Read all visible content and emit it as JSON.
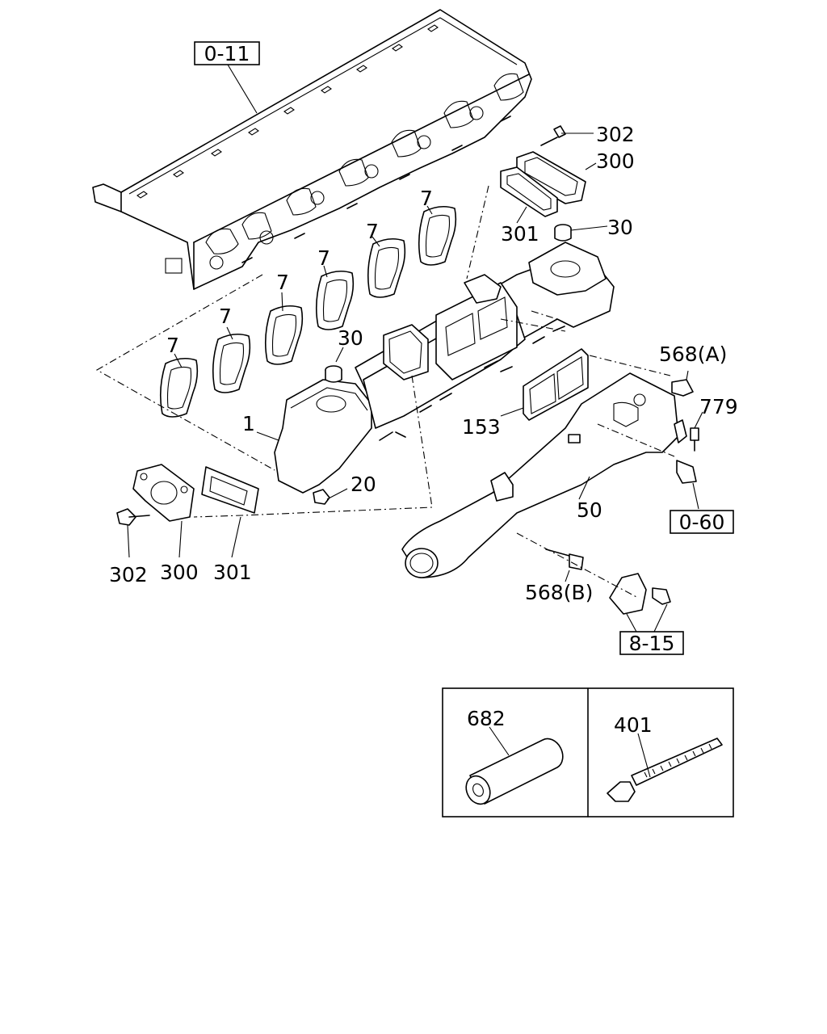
{
  "callouts": {
    "ref_0_11": "0-11",
    "ref_0_60": "0-60",
    "ref_8_15": "8-15",
    "p302_top": "302",
    "p300_top": "300",
    "p301_top": "301",
    "p30_right": "30",
    "p7_a": "7",
    "p7_b": "7",
    "p7_c": "7",
    "p7_d": "7",
    "p7_e": "7",
    "p7_f": "7",
    "p30_left": "30",
    "p568a": "568(A)",
    "p779": "779",
    "p153": "153",
    "p1": "1",
    "p20": "20",
    "p50": "50",
    "p302_bottom": "302",
    "p300_bottom": "300",
    "p301_bottom": "301",
    "p568b": "568(B)",
    "p682": "682",
    "p401": "401"
  }
}
